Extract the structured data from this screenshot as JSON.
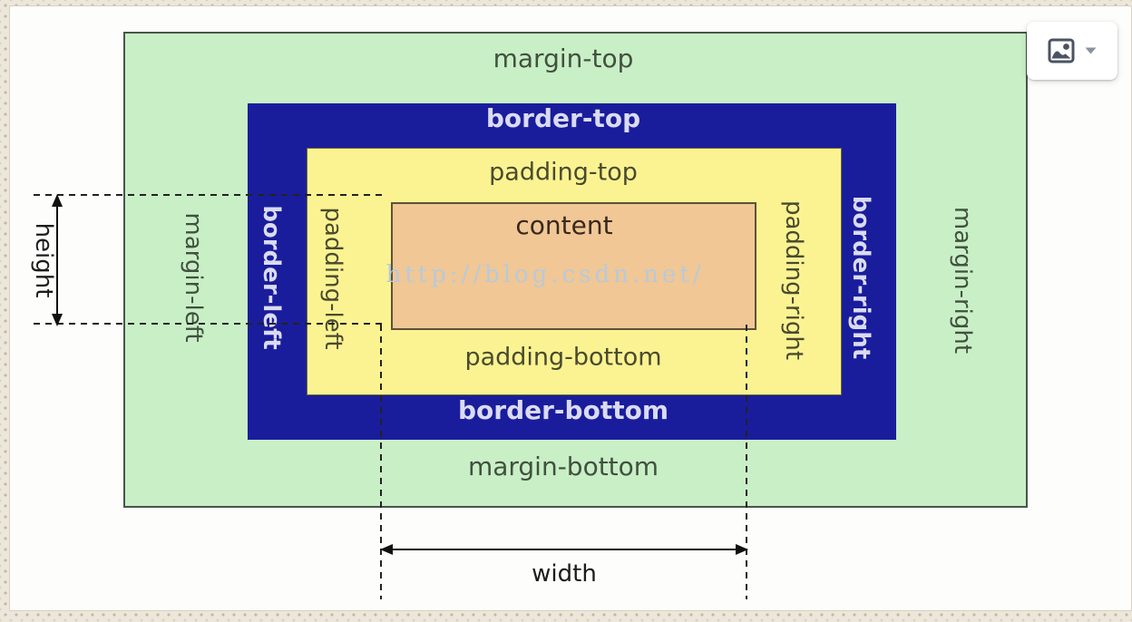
{
  "diagram": {
    "margin": {
      "top": "margin-top",
      "bottom": "margin-bottom",
      "left": "margin-left",
      "right": "margin-right"
    },
    "border": {
      "top": "border-top",
      "bottom": "border-bottom",
      "left": "border-left",
      "right": "border-right"
    },
    "padding": {
      "top": "padding-top",
      "bottom": "padding-bottom",
      "left": "padding-left",
      "right": "padding-right"
    },
    "content_label": "content",
    "watermark": "http://blog.csdn.net/",
    "height_label": "height",
    "width_label": "width",
    "colors": {
      "margin_box": "#c9efc6",
      "border_box": "#1a1d9b",
      "padding_box": "#fbf392",
      "content_box": "#f0c795",
      "watermark_text": "#b7cadb"
    }
  },
  "overlay": {
    "image_button_icon": "image-icon",
    "image_button_caret": "caret-down-icon"
  }
}
